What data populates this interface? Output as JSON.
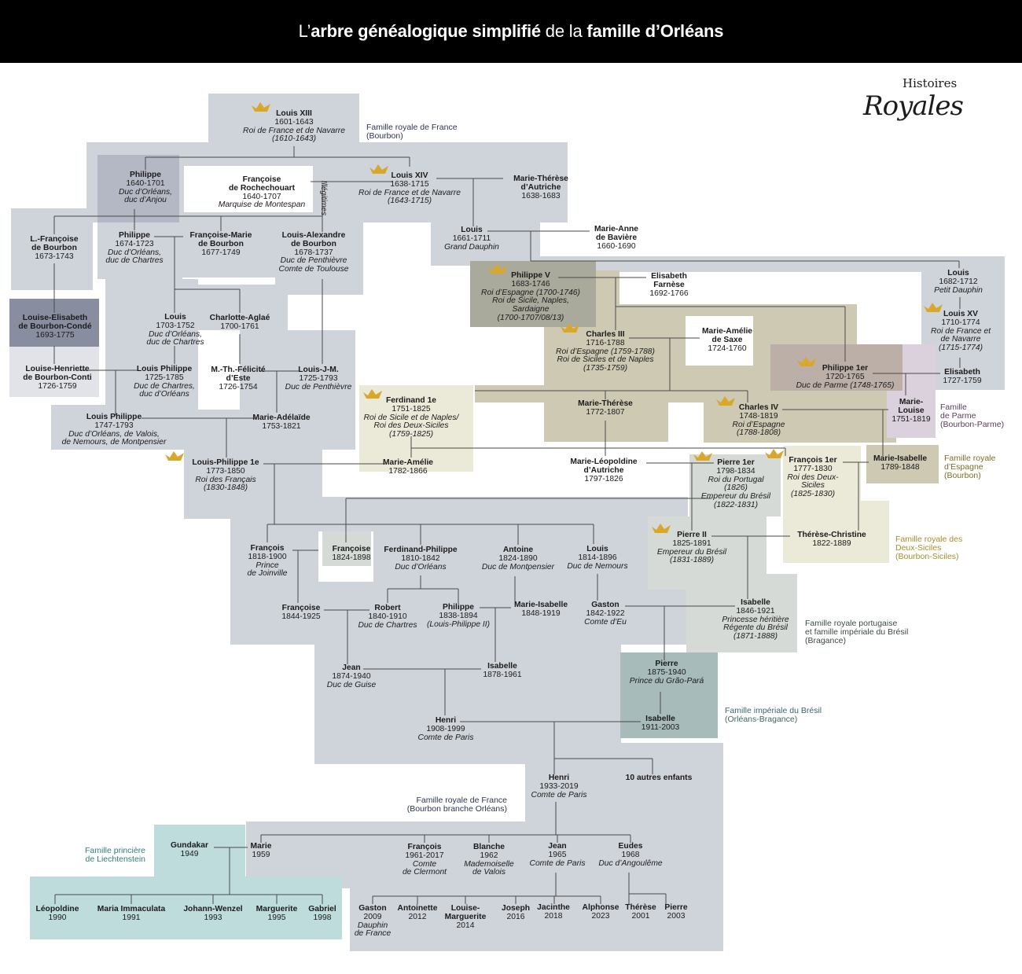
{
  "title": {
    "parts": [
      {
        "text": "L’",
        "bold": false
      },
      {
        "text": "arbre généalogique simplifié",
        "bold": true
      },
      {
        "text": " de la ",
        "bold": false
      },
      {
        "text": "famille d’Orléans",
        "bold": true
      }
    ]
  },
  "logo": {
    "line1": "Histoires",
    "line2": "Royales"
  },
  "illegitimes_label": "Illégitimes",
  "colors": {
    "france": "#cfd3da",
    "france_dark": "#b4b8c4",
    "conde": "#898da0",
    "conti": "#e2e3e8",
    "espagne": "#cdc9b3",
    "philippe_v": "#a9a99c",
    "parme_duc": "#bcafa8",
    "parme": "#dad1dc",
    "deux_siciles": "#ebe9d7",
    "bragance": "#d6dad6",
    "bresil": "#a7bbba",
    "liechtenstein": "#bfdcdc",
    "crown": "#d9a82b"
  },
  "families": [
    {
      "label": "Famille royale de France\n(Bourbon)",
      "color": "#2d3552"
    },
    {
      "label": "Famille\nde Parme\n(Bourbon-Parme)",
      "color": "#5b3d5e"
    },
    {
      "label": "Famille royale\nd’Espagne\n(Bourbon)",
      "color": "#7a6e26"
    },
    {
      "label": "Famille royale des\nDeux-Siciles\n(Bourbon-Siciles)",
      "color": "#a38e2b"
    },
    {
      "label": "Famille royale portugaise\net famille impériale du Brésil\n(Bragance)",
      "color": "#3e4a45"
    },
    {
      "label": "Famille impériale du Brésil\n(Orléans-Bragance)",
      "color": "#3b6769"
    },
    {
      "label": "Famille royale de France\n(Bourbon branche Orléans)",
      "color": "#2d3552"
    },
    {
      "label": "Famille princière\nde Liechtenstein",
      "color": "#2f7d7d"
    }
  ],
  "persons": [
    {
      "name": "Louis XIII",
      "dates": "1601-1643",
      "titles": [
        "Roi de France et de Navarre",
        "(1610-1643)"
      ],
      "crown": true
    },
    {
      "name": "Philippe",
      "dates": "1640-1701",
      "titles": [
        "Duc d’Orléans,",
        "duc d’Anjou"
      ]
    },
    {
      "name": "Françoise\nde Rochechouart",
      "dates": "1640-1707",
      "titles": [
        "Marquise de Montespan"
      ]
    },
    {
      "name": "Louis XIV",
      "dates": "1638-1715",
      "titles": [
        "Roi de France et de Navarre",
        "(1643-1715)"
      ],
      "crown": true
    },
    {
      "name": "Marie-Thérèse\nd’Autriche",
      "dates": "1638-1683",
      "titles": []
    },
    {
      "name": "L.-Françoise\nde Bourbon",
      "dates": "1673-1743",
      "titles": []
    },
    {
      "name": "Philippe",
      "dates": "1674-1723",
      "titles": [
        "Duc d’Orléans,",
        "duc de Chartres"
      ]
    },
    {
      "name": "Françoise-Marie\nde Bourbon",
      "dates": "1677-1749",
      "titles": []
    },
    {
      "name": "Louis-Alexandre\nde Bourbon",
      "dates": "1678-1737",
      "titles": [
        "Duc de Penthièvre",
        "Comte de Toulouse"
      ]
    },
    {
      "name": "Louis",
      "dates": "1661-1711",
      "titles": [
        "Grand Dauphin"
      ]
    },
    {
      "name": "Marie-Anne\nde Bavière",
      "dates": "1660-1690",
      "titles": []
    },
    {
      "name": "Philippe V",
      "dates": "1683-1746",
      "titles": [
        "Roi d’Espagne (1700-1746)",
        "Roi de Sicile, Naples,",
        "Sardaigne",
        "(1700-1707/08/13)"
      ],
      "crown": true
    },
    {
      "name": "Elisabeth\nFarnèse",
      "dates": "1692-1766",
      "titles": []
    },
    {
      "name": "Louis",
      "dates": "1682-1712",
      "titles": [
        "Petit Dauphin"
      ]
    },
    {
      "name": "Louis XV",
      "dates": "1710-1774",
      "titles": [
        "Roi de France et",
        "de Navarre",
        "(1715-1774)"
      ],
      "crown": true
    },
    {
      "name": "Louise-Elisabeth\nde Bourbon-Condé",
      "dates": "1693-1775",
      "titles": []
    },
    {
      "name": "Louis",
      "dates": "1703-1752",
      "titles": [
        "Duc d’Orléans,",
        "duc de Chartres"
      ]
    },
    {
      "name": "Charlotte-Aglaé",
      "dates": "1700-1761",
      "titles": []
    },
    {
      "name": "Charles III",
      "dates": "1716-1788",
      "titles": [
        "Roi d’Espagne (1759-1788)",
        "Roi de Siciles et de Naples",
        "(1735-1759)"
      ],
      "crown": true
    },
    {
      "name": "Marie-Amélie\nde Saxe",
      "dates": "1724-1760",
      "titles": []
    },
    {
      "name": "Philippe 1er",
      "dates": "1720-1765",
      "titles": [
        "Duc de Parme (1748-1765)"
      ],
      "crown": true
    },
    {
      "name": "Elisabeth",
      "dates": "1727-1759",
      "titles": []
    },
    {
      "name": "Louise-Henriette\nde Bourbon-Conti",
      "dates": "1726-1759",
      "titles": []
    },
    {
      "name": "Louis Philippe",
      "dates": "1725-1785",
      "titles": [
        "Duc de Chartres,",
        "duc d’Orléans"
      ]
    },
    {
      "name": "M.-Th.-Félicité\nd’Este",
      "dates": "1726-1754",
      "titles": []
    },
    {
      "name": "Louis-J-M.",
      "dates": "1725-1793",
      "titles": [
        "Duc de Penthièvre"
      ]
    },
    {
      "name": "Ferdinand 1e",
      "dates": "1751-1825",
      "titles": [
        "Roi de Sicile et de Naples/",
        "Roi des Deux-Siciles",
        "(1759-1825)"
      ],
      "crown": true
    },
    {
      "name": "Marie-Thérèse",
      "dates": "1772-1807",
      "titles": []
    },
    {
      "name": "Charles IV",
      "dates": "1748-1819",
      "titles": [
        "Roi d’Espagne",
        "(1788-1808)"
      ],
      "crown": true
    },
    {
      "name": "Marie-\nLouise",
      "dates": "1751-1819",
      "titles": []
    },
    {
      "name": "Louis Philippe",
      "dates": "1747-1793",
      "titles": [
        "Duc d’Orléans, de Valois,",
        "de Nemours, de Montpensier"
      ]
    },
    {
      "name": "Marie-Adélaïde",
      "dates": "1753-1821",
      "titles": []
    },
    {
      "name": "Louis-Philippe 1e",
      "dates": "1773-1850",
      "titles": [
        "Roi des Français",
        "(1830-1848)"
      ],
      "crown": true
    },
    {
      "name": "Marie-Amélie",
      "dates": "1782-1866",
      "titles": []
    },
    {
      "name": "Marie-Léopoldine\nd’Autriche",
      "dates": "1797-1826",
      "titles": []
    },
    {
      "name": "Pierre 1er",
      "dates": "1798-1834",
      "titles": [
        "Roi du Portugal",
        "(1826)",
        "Empereur du Brésil",
        "(1822-1831)"
      ],
      "crown": true
    },
    {
      "name": "François 1er",
      "dates": "1777-1830",
      "titles": [
        "Roi des Deux-",
        "Siciles",
        "(1825-1830)"
      ],
      "crown": true
    },
    {
      "name": "Marie-Isabelle",
      "dates": "1789-1848",
      "titles": []
    },
    {
      "name": "François",
      "dates": "1818-1900",
      "titles": [
        "Prince",
        "de Joinville"
      ]
    },
    {
      "name": "Françoise",
      "dates": "1824-1898",
      "titles": []
    },
    {
      "name": "Ferdinand-Philippe",
      "dates": "1810-1842",
      "titles": [
        "Duc d’Orléans"
      ]
    },
    {
      "name": "Antoine",
      "dates": "1824-1890",
      "titles": [
        "Duc de Montpensier"
      ]
    },
    {
      "name": "Louis",
      "dates": "1814-1896",
      "titles": [
        "Duc de Nemours"
      ]
    },
    {
      "name": "Pierre II",
      "dates": "1825-1891",
      "titles": [
        "Empereur du Brésil",
        "(1831-1889)"
      ],
      "crown": true
    },
    {
      "name": "Thérèse-Christine",
      "dates": "1822-1889",
      "titles": []
    },
    {
      "name": "Françoise",
      "dates": "1844-1925",
      "titles": []
    },
    {
      "name": "Robert",
      "dates": "1840-1910",
      "titles": [
        "Duc de Chartres"
      ]
    },
    {
      "name": "Philippe",
      "dates": "1838-1894",
      "titles": [
        "(Louis-Philippe II)"
      ]
    },
    {
      "name": "Marie-Isabelle",
      "dates": "1848-1919",
      "titles": []
    },
    {
      "name": "Gaston",
      "dates": "1842-1922",
      "titles": [
        "Comte d’Eu"
      ]
    },
    {
      "name": "Isabelle",
      "dates": "1846-1921",
      "titles": [
        "Princesse héritière",
        "Régente du Brésil",
        "(1871-1888)"
      ]
    },
    {
      "name": "Jean",
      "dates": "1874-1940",
      "titles": [
        "Duc de Guise"
      ]
    },
    {
      "name": "Isabelle",
      "dates": "1878-1961",
      "titles": []
    },
    {
      "name": "Pierre",
      "dates": "1875-1940",
      "titles": [
        "Prince du Grão-Pará"
      ]
    },
    {
      "name": "Henri",
      "dates": "1908-1999",
      "titles": [
        "Comte de Paris"
      ]
    },
    {
      "name": "Isabelle",
      "dates": "1911-2003",
      "titles": []
    },
    {
      "name": "Henri",
      "dates": "1933-2019",
      "titles": [
        "Comte de Paris"
      ]
    },
    {
      "name": "10 autres enfants",
      "dates": "",
      "titles": []
    },
    {
      "name": "Gundakar",
      "dates": "1949",
      "titles": []
    },
    {
      "name": "Marie",
      "dates": "1959",
      "titles": []
    },
    {
      "name": "François",
      "dates": "1961-2017",
      "titles": [
        "Comte",
        "de Clermont"
      ]
    },
    {
      "name": "Blanche",
      "dates": "1962",
      "titles": [
        "Mademoiselle",
        "de Valois"
      ]
    },
    {
      "name": "Jean",
      "dates": "1965",
      "titles": [
        "Comte de Paris"
      ]
    },
    {
      "name": "Eudes",
      "dates": "1968",
      "titles": [
        "Duc d’Angoulême"
      ]
    },
    {
      "name": "Léopoldine",
      "dates": "1990",
      "titles": []
    },
    {
      "name": "Maria Immaculata",
      "dates": "1991",
      "titles": []
    },
    {
      "name": "Johann-Wenzel",
      "dates": "1993",
      "titles": []
    },
    {
      "name": "Marguerite",
      "dates": "1995",
      "titles": []
    },
    {
      "name": "Gabriel",
      "dates": "1998",
      "titles": []
    },
    {
      "name": "Gaston",
      "dates": "2009",
      "titles": [
        "Dauphin",
        "de France"
      ]
    },
    {
      "name": "Antoinette",
      "dates": "2012",
      "titles": []
    },
    {
      "name": "Louise-\nMarguerite",
      "dates": "2014",
      "titles": []
    },
    {
      "name": "Joseph",
      "dates": "2016",
      "titles": []
    },
    {
      "name": "Jacinthe",
      "dates": "2018",
      "titles": []
    },
    {
      "name": "Alphonse",
      "dates": "2023",
      "titles": []
    },
    {
      "name": "Thérèse",
      "dates": "2001",
      "titles": []
    },
    {
      "name": "Pierre",
      "dates": "2003",
      "titles": []
    }
  ]
}
